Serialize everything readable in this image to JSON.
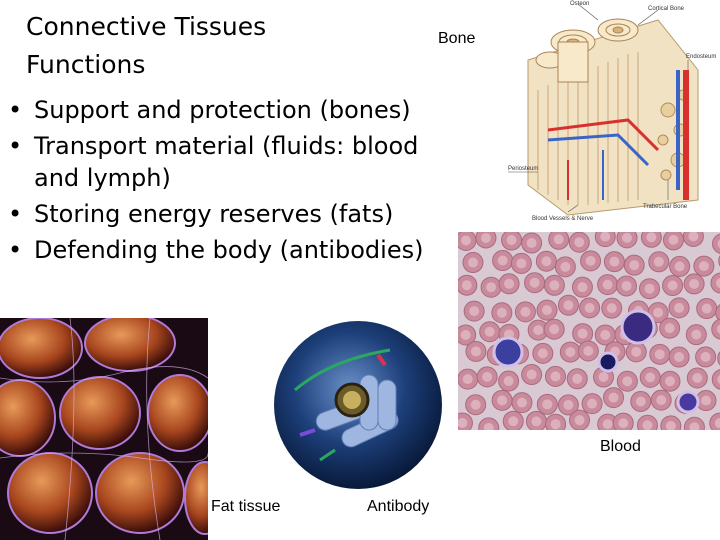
{
  "title": {
    "line1": "Connective Tissues",
    "line2": "Functions"
  },
  "bullets": [
    "Support and protection (bones)",
    "Transport material (fluids: blood",
    "and lymph)",
    "Storing energy reserves (fats)",
    "Defending the body (antibodies)"
  ],
  "captions": {
    "bone": "Bone",
    "blood": "Blood",
    "fat": "Fat tissue",
    "antibody": "Antibody"
  },
  "bone_diagram_labels": {
    "osteon": "Osteon",
    "cortical": "Cortical Bone",
    "endosteum": "Endosteum",
    "periosteum": "Periosteum",
    "vessels": "Blood Vessels & Nerve",
    "trabecular": "Trabecular Bone"
  }
}
